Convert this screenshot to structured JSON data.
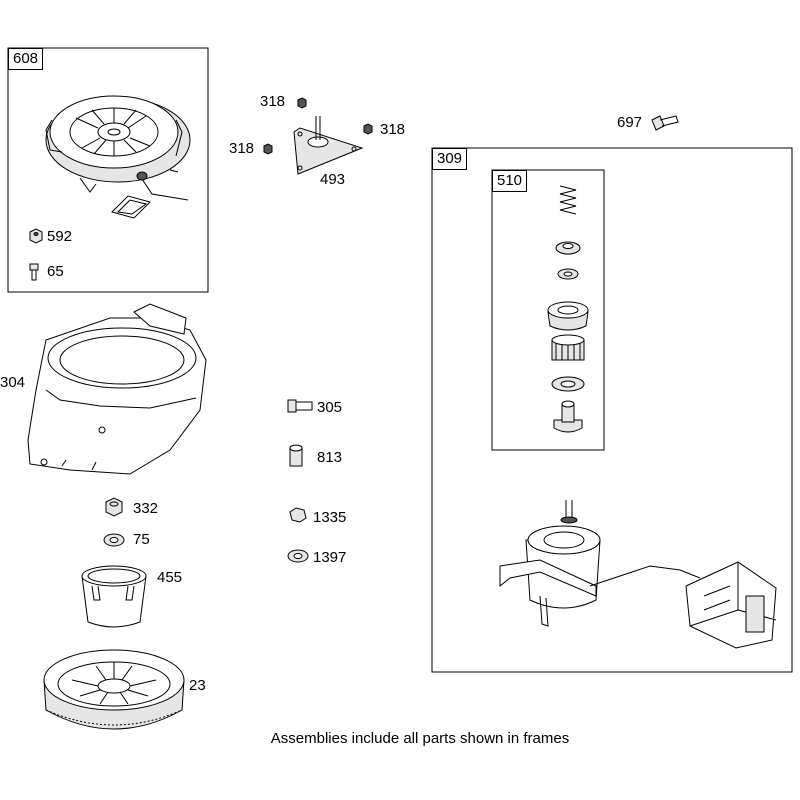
{
  "frames": {
    "f608": "608",
    "f309": "309",
    "f510": "510"
  },
  "parts": {
    "p318a": "318",
    "p318b": "318",
    "p318c": "318",
    "p493": "493",
    "p697": "697",
    "p592": "592",
    "p65": "65",
    "p304": "304",
    "p305": "305",
    "p813": "813",
    "p1335": "1335",
    "p1397": "1397",
    "p332": "332",
    "p75": "75",
    "p455": "455",
    "p23": "23"
  },
  "caption": "Assemblies include all parts shown in frames"
}
